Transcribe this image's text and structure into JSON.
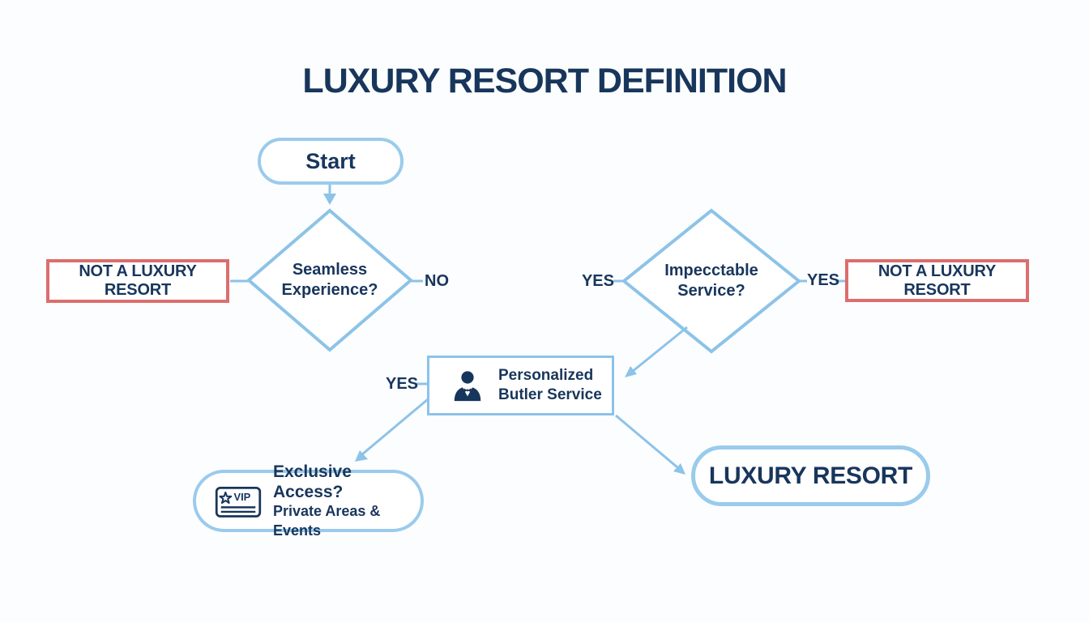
{
  "title": "LUXURY RESORT DEFINITION",
  "colors": {
    "navy": "#18365c",
    "line_blue": "#8cc3e8",
    "pill_blue": "#9acbec",
    "red": "#dc6e6e",
    "bg": "#fcfdfe"
  },
  "nodes": {
    "start": {
      "label": "Start"
    },
    "seamless": {
      "line1": "Seamless",
      "line2": "Experience?"
    },
    "impeccable": {
      "line1": "Impecctable",
      "line2": "Service?"
    },
    "not_luxury_left": {
      "label": "NOT A LUXURY RESORT"
    },
    "not_luxury_right": {
      "label": "NOT A LUXURY RESORT"
    },
    "butler": {
      "icon": "butler-icon",
      "line1": "Personalized",
      "line2": "Butler Service"
    },
    "exclusive": {
      "icon": "vip-card-icon",
      "icon_text": "VIP",
      "line1": "Exclusive Access?",
      "line2": "Private Areas & Events"
    },
    "luxury": {
      "label": "LUXURY RESORT"
    }
  },
  "edge_labels": {
    "no_seamless": "NO",
    "yes_impeccable_left": "YES",
    "yes_impeccable_right": "YES",
    "yes_butler": "YES"
  }
}
